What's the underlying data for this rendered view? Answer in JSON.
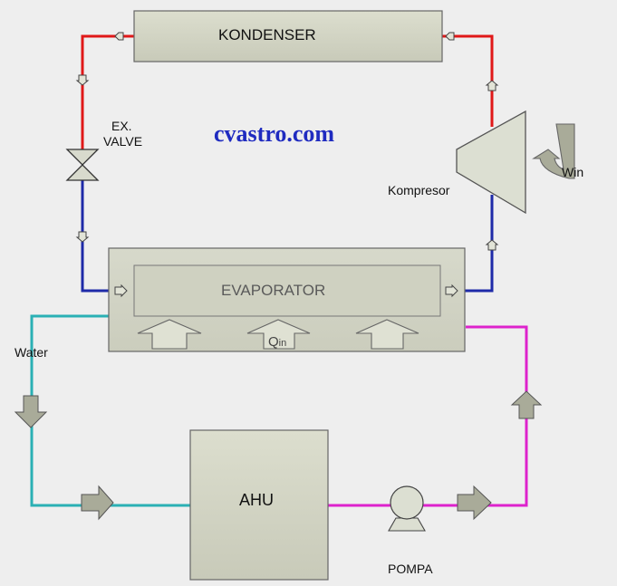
{
  "components": {
    "condenser": "KONDENSER",
    "evaporator": "EVAPORATOR",
    "ahu": "AHU",
    "expansion_valve_line1": "EX.",
    "expansion_valve_line2": "VALVE",
    "compressor": "Kompresor",
    "pump": "POMPA"
  },
  "labels": {
    "watermark": "cvastro.com",
    "work_in": "Win",
    "heat_in_main": "Q",
    "heat_in_sub": "in",
    "water": "Water"
  },
  "colors": {
    "background": "#eeeeee",
    "hot_refrigerant": "#e01818",
    "cold_refrigerant": "#1e2aa8",
    "water_supply": "#2ab0b4",
    "water_return": "#dd22cc",
    "component_fill": "#d4d6c6",
    "component_stroke": "#666666",
    "arrow_fill": "#a7a996",
    "watermark": "#1f2bc0"
  }
}
